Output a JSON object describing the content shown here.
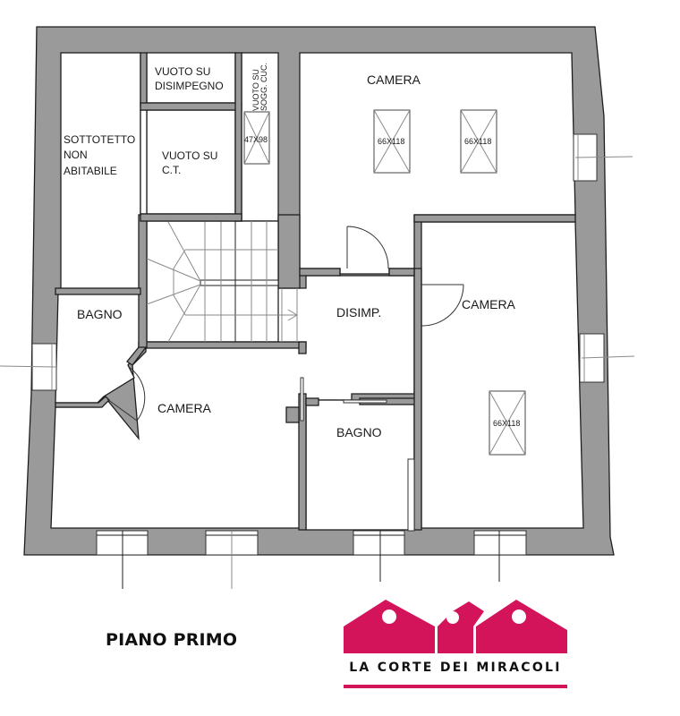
{
  "plan": {
    "title": "PIANO PRIMO",
    "wall_color": "#9a9a9a",
    "rooms": {
      "sottotetto": [
        "SOTTOTETTO",
        "NON",
        "ABITABILE"
      ],
      "vuoto_disimpegno": [
        "VUOTO SU",
        "DISIMPEGNO"
      ],
      "vuoto_ct": [
        "VUOTO SU",
        "C.T."
      ],
      "vuoto_sogg": [
        "VUOTO SU",
        "SOGG. CUC."
      ],
      "camera_top_right": "CAMERA",
      "camera_mid_right": "CAMERA",
      "camera_left": "CAMERA",
      "bagno_left": "BAGNO",
      "bagno_center": "BAGNO",
      "disimpegno": "DISIMP."
    },
    "skylights": [
      {
        "id": "skylight-sogg",
        "label": "47X98"
      },
      {
        "id": "skylight-camera-top-1",
        "label": "66X118"
      },
      {
        "id": "skylight-camera-top-2",
        "label": "66X118"
      },
      {
        "id": "skylight-camera-right",
        "label": "66X118"
      }
    ]
  },
  "logo": {
    "name": "LA CORTE DEI MIRACOLI",
    "color": "#d4145a"
  }
}
